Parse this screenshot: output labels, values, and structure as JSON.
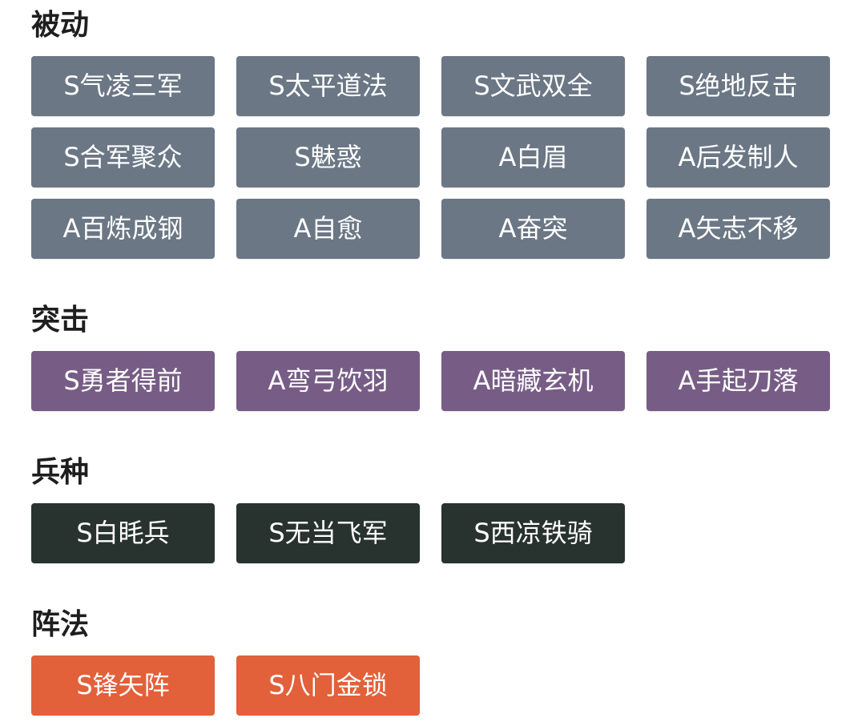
{
  "sections": [
    {
      "title": "被动",
      "items": [
        "S气凌三军",
        "S太平道法",
        "S文武双全",
        "S绝地反击",
        "S合军聚众",
        "S魅惑",
        "A白眉",
        "A后发制人",
        "A百炼成钢",
        "A自愈",
        "A奋突",
        "A矢志不移"
      ]
    },
    {
      "title": "突击",
      "items": [
        "S勇者得前",
        "A弯弓饮羽",
        "A暗藏玄机",
        "A手起刀落"
      ]
    },
    {
      "title": "兵种",
      "items": [
        "S白眊兵",
        "S无当飞军",
        "S西凉铁骑"
      ]
    },
    {
      "title": "阵法",
      "items": [
        "S锋矢阵",
        "S八门金锁"
      ]
    }
  ],
  "colors": {
    "passive": "#6b7785",
    "assault": "#775d86",
    "troop": "#28322f",
    "formation": "#e2603a",
    "title_text": "#1e1e1e",
    "button_text": "#ffffff"
  }
}
